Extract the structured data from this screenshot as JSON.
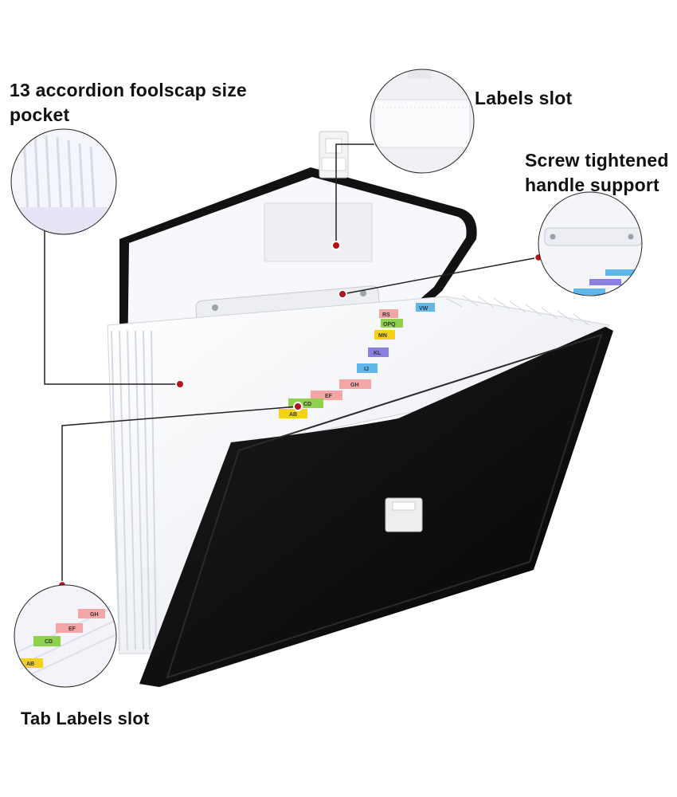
{
  "callouts": {
    "accordion_pocket": "13 accordion foolscap size pocket",
    "labels_slot": "Labels slot",
    "screw_handle": "Screw tightened handle support",
    "tab_labels_slot": "Tab Labels slot"
  },
  "tab_labels": {
    "ab": "AB",
    "cd": "CD",
    "ef": "EF",
    "gh": "GH",
    "ij": "IJ",
    "kl": "KL",
    "mn": "MN",
    "opq": "OPQ",
    "rs": "RS",
    "vw": "VW"
  },
  "colors": {
    "folder_body": "#0d0d0d",
    "pockets": "#f2f4f8",
    "callout_dot": "#b3121c",
    "line": "#222222",
    "tab_yellow": "#f4d21c",
    "tab_green": "#8fd14f",
    "tab_pink": "#f4a6a6",
    "tab_blue": "#5fb7ea",
    "tab_purple": "#8b7fe0"
  }
}
